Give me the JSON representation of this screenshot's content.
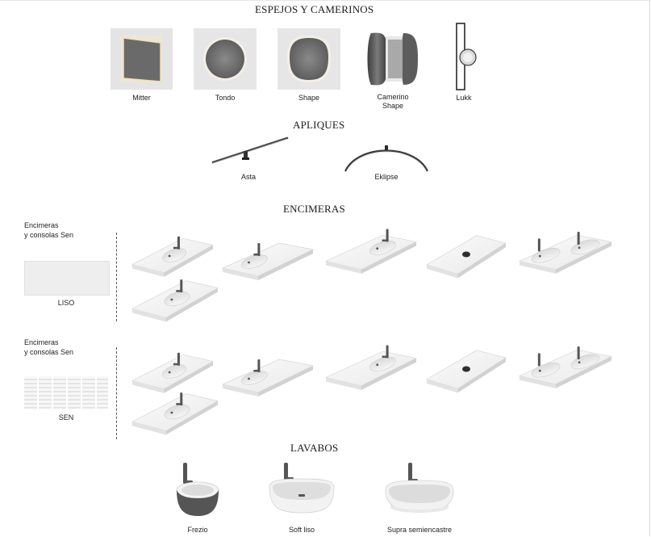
{
  "sections": {
    "mirrors": {
      "title": "ESPEJOS Y CAMERINOS",
      "items": [
        {
          "label": "Mitter"
        },
        {
          "label": "Tondo"
        },
        {
          "label": "Shape"
        },
        {
          "label_line1": "Camerino",
          "label_line2": "Shape"
        },
        {
          "label": "Lukk"
        }
      ]
    },
    "wall_lamps": {
      "title": "APLIQUES",
      "items": [
        {
          "label": "Asta"
        },
        {
          "label": "Eklipse"
        }
      ]
    },
    "countertops": {
      "title": "ENCIMERAS",
      "groups": [
        {
          "title_line1": "Encimeras",
          "title_line2": "y consolas Sen",
          "finish": "LISO"
        },
        {
          "title_line1": "Encimeras",
          "title_line2": "y consolas Sen",
          "finish": "SEN"
        }
      ]
    },
    "basins": {
      "title": "LAVABOS",
      "items": [
        {
          "label": "Frezio"
        },
        {
          "label": "Soft liso"
        },
        {
          "label": "Supra semiencastre"
        }
      ]
    }
  }
}
